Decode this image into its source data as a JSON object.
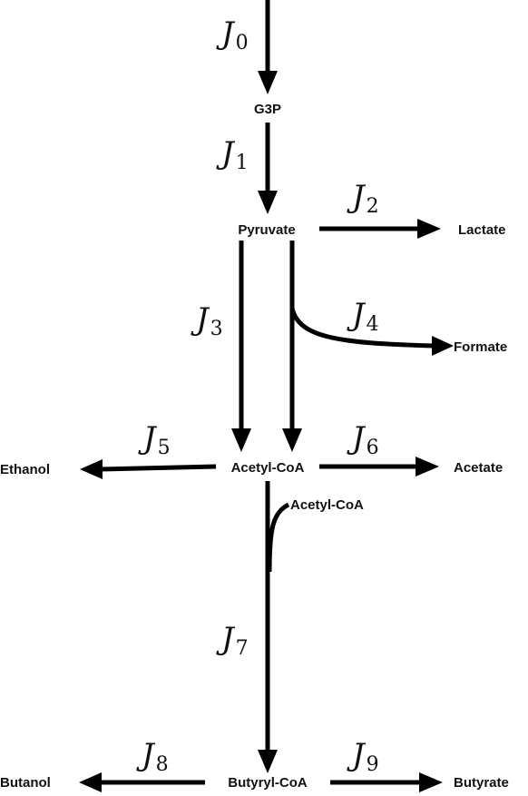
{
  "metabolites": {
    "g3p": "G3P",
    "pyruvate": "Pyruvate",
    "lactate": "Lactate",
    "formate": "Formate",
    "ethanol": "Ethanol",
    "acetyl_coa": "Acetyl-CoA",
    "acetate": "Acetate",
    "acetyl_coa_input": "Acetyl-CoA",
    "butanol": "Butanol",
    "butyryl_coa": "Butyryl-CoA",
    "butyrate": "Butyrate"
  },
  "fluxes": {
    "j0": {
      "symbol": "J",
      "sub": "0"
    },
    "j1": {
      "symbol": "J",
      "sub": "1"
    },
    "j2": {
      "symbol": "J",
      "sub": "2"
    },
    "j3": {
      "symbol": "J",
      "sub": "3"
    },
    "j4": {
      "symbol": "J",
      "sub": "4"
    },
    "j5": {
      "symbol": "J",
      "sub": "5"
    },
    "j6": {
      "symbol": "J",
      "sub": "6"
    },
    "j7": {
      "symbol": "J",
      "sub": "7"
    },
    "j8": {
      "symbol": "J",
      "sub": "8"
    },
    "j9": {
      "symbol": "J",
      "sub": "9"
    }
  }
}
